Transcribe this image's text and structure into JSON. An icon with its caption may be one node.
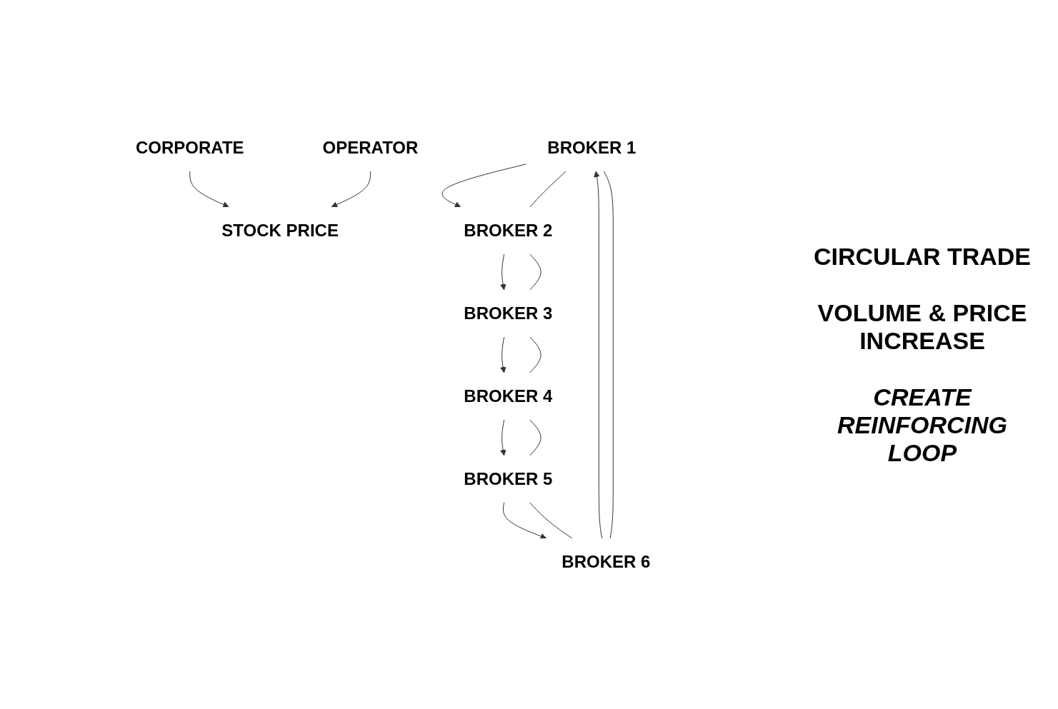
{
  "diagram": {
    "nodes": [
      {
        "text": [
          "STOCK PRICE"
        ]
      },
      {
        "text": [
          "CORPORATE"
        ]
      },
      {
        "text": [
          "OPERATOR"
        ]
      },
      {
        "text": [
          "BROKER 1"
        ]
      },
      {
        "text": [
          "BROKER 2"
        ]
      },
      {
        "text": [
          "BROKER 3"
        ]
      },
      {
        "text": [
          "BROKER 4"
        ]
      },
      {
        "text": [
          "BROKER 5"
        ]
      },
      {
        "text": [
          "BROKER 6"
        ]
      }
    ],
    "edges": [
      {
        "from": 1,
        "to": 0,
        "arrow": "to"
      },
      {
        "from": 2,
        "to": 0,
        "arrow": "to"
      },
      {
        "from": 3,
        "to": 4,
        "arrow": "to"
      },
      {
        "from": 4,
        "to": 5,
        "arrow": "to"
      },
      {
        "from": 5,
        "to": 6,
        "arrow": "to"
      },
      {
        "from": 6,
        "to": 7,
        "arrow": "to"
      },
      {
        "from": 7,
        "to": 8,
        "arrow": "to"
      },
      {
        "from": 8,
        "to": 3,
        "arrow": "to"
      },
      {
        "from": 3,
        "to": 4,
        "arrow": "none"
      },
      {
        "from": 4,
        "to": 5,
        "arrow": "none"
      },
      {
        "from": 5,
        "to": 6,
        "arrow": "none"
      },
      {
        "from": 6,
        "to": 7,
        "arrow": "none"
      },
      {
        "from": 7,
        "to": 8,
        "arrow": "none"
      },
      {
        "from": 8,
        "to": 3,
        "arrow": "none"
      }
    ],
    "labels": [
      "CIRCULAR TRADE",
      "VOLUME & PRICE INCREASE",
      "CREATE REINFORCING LOOP"
    ]
  }
}
